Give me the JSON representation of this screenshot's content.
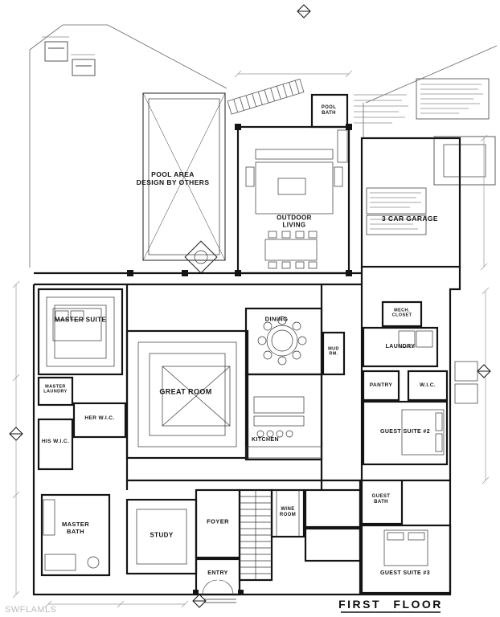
{
  "sheet": {
    "title": "FIRST FLOOR"
  },
  "watermark": {
    "text": "SWFLAMLS"
  },
  "colors": {
    "ink": "#141414",
    "faint": "#8a8a8a",
    "watermark_gray": "#bcbcbc"
  },
  "rooms": {
    "pool_area": {
      "line1": "POOL AREA",
      "line2": "DESIGN BY OTHERS"
    },
    "outdoor_living": {
      "line1": "OUTDOOR",
      "line2": "LIVING"
    },
    "pool_bath": {
      "line1": "POOL",
      "line2": "BATH"
    },
    "garage": {
      "label": "3 CAR GARAGE"
    },
    "master_suite": {
      "label": "MASTER SUITE"
    },
    "great_room": {
      "label": "GREAT ROOM"
    },
    "dining": {
      "label": "DINING"
    },
    "kitchen": {
      "label": "KITCHEN"
    },
    "laundry": {
      "label": "LAUNDRY"
    },
    "mech_closet": {
      "line1": "MECH.",
      "line2": "CLOSET"
    },
    "mud_room": {
      "line1": "MUD",
      "line2": "RM."
    },
    "pantry": {
      "label": "PANTRY"
    },
    "wic": {
      "label": "W.I.C."
    },
    "guest_suite_2": {
      "label": "GUEST SUITE #2"
    },
    "his_wic": {
      "label": "HIS W.I.C."
    },
    "her_wic": {
      "label": "HER W.I.C."
    },
    "master_laundry": {
      "line1": "MASTER",
      "line2": "LAUNDRY"
    },
    "master_bath": {
      "line1": "MASTER",
      "line2": "BATH"
    },
    "study": {
      "label": "STUDY"
    },
    "foyer": {
      "label": "FOYER"
    },
    "entry": {
      "label": "ENTRY"
    },
    "wine_room": {
      "line1": "WINE",
      "line2": "ROOM"
    },
    "guest_bath": {
      "line1": "GUEST",
      "line2": "BATH"
    },
    "guest_suite_3": {
      "label": "GUEST SUITE #3"
    }
  }
}
